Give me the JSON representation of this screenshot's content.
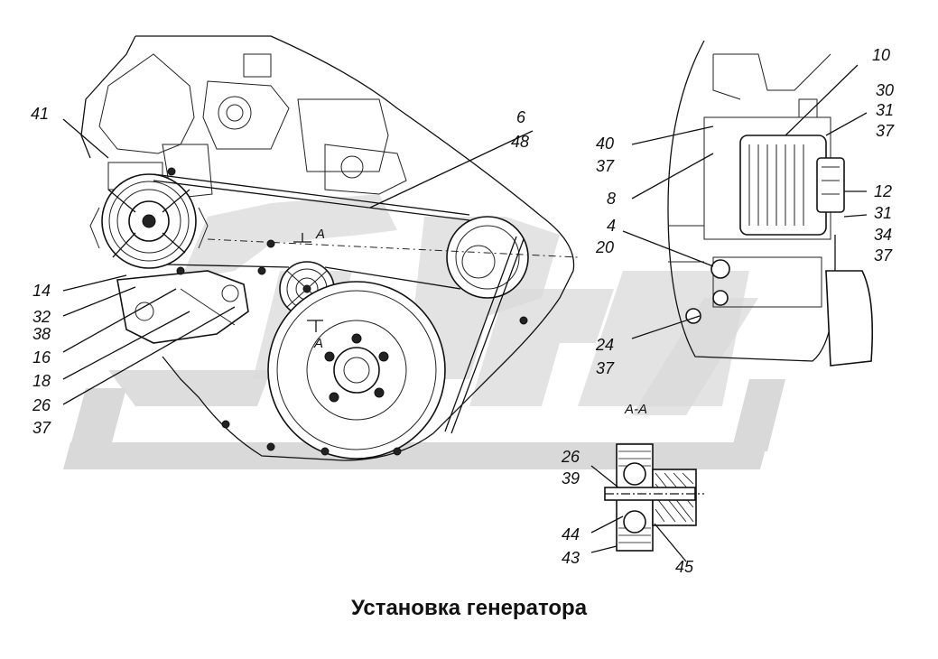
{
  "caption": "Установка генератора",
  "section_marks": {
    "a_top": "A",
    "a_mid": "A",
    "a_a": "A-A"
  },
  "callouts": {
    "c41": "41",
    "c6": "6",
    "c48": "48",
    "c14": "14",
    "c32": "32",
    "c38": "38",
    "c16": "16",
    "c18": "18",
    "c26": "26",
    "c37": "37",
    "c10": "10",
    "c30": "30",
    "c31a": "31",
    "c37a": "37",
    "c40": "40",
    "c37b": "37",
    "c8": "8",
    "c12": "12",
    "c31b": "31",
    "c34": "34",
    "c37c": "37",
    "c4": "4",
    "c20": "20",
    "c24": "24",
    "c37d": "37",
    "c26b": "26",
    "c39": "39",
    "c44": "44",
    "c43": "43",
    "c45": "45"
  },
  "colors": {
    "line": "#111111",
    "watermark": "#d9d9d9",
    "background": "#ffffff"
  },
  "watermark_present": true
}
